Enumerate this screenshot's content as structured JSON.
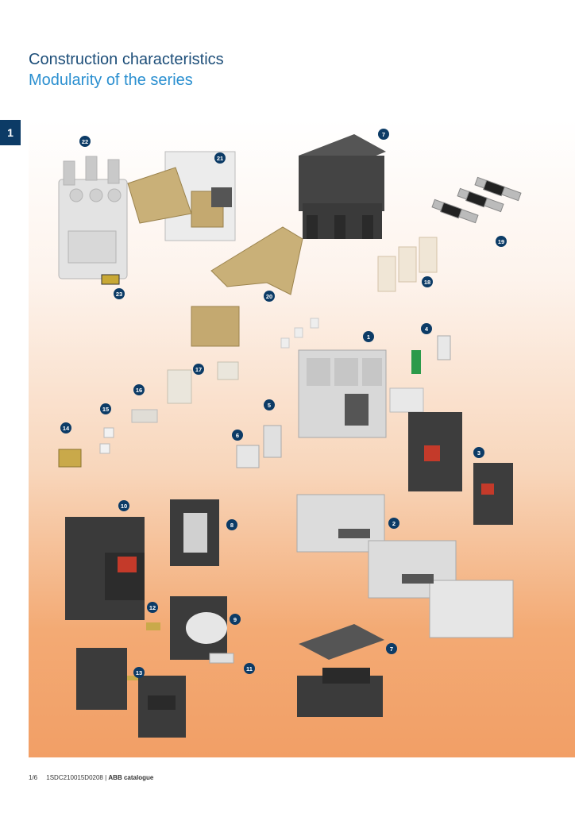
{
  "header": {
    "title": "Construction characteristics",
    "subtitle": "Modularity of the series"
  },
  "chapter": "1",
  "callouts": [
    "22",
    "21",
    "7",
    "19",
    "18",
    "23",
    "20",
    "1",
    "4",
    "17",
    "16",
    "15",
    "5",
    "14",
    "6",
    "3",
    "10",
    "8",
    "2",
    "12",
    "9",
    "11",
    "7",
    "13"
  ],
  "footer": {
    "page": "1/6",
    "doc_code": "1SDC210015D0208",
    "separator": "|",
    "catalogue": "ABB catalogue"
  },
  "colors": {
    "title": "#1d4e79",
    "subtitle": "#2a8fd0",
    "badge": "#0c3b66",
    "panel_top": "#ffffff",
    "panel_bottom": "#f29f66"
  }
}
